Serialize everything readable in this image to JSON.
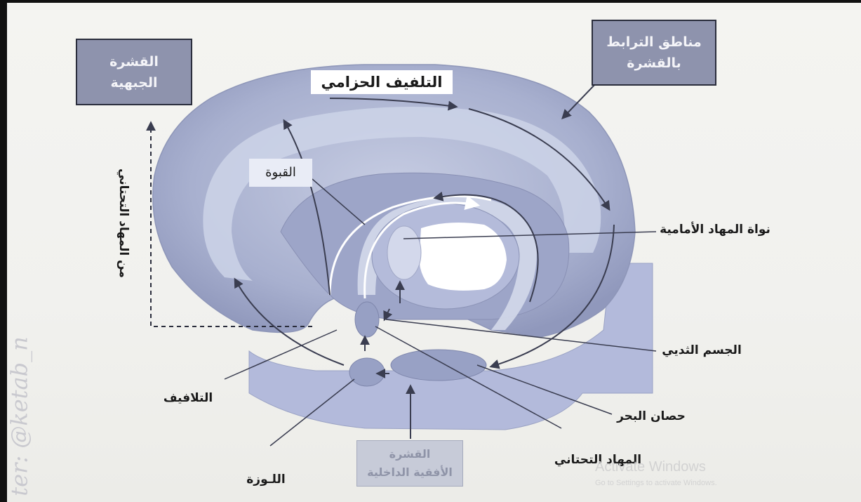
{
  "boxes": {
    "frontal_cortex": [
      "القشرة",
      "الجبهية"
    ],
    "association_cortex": [
      "مناطق الترابط",
      "بالقشرة"
    ],
    "entorhinal_cortex": [
      "القشرة",
      "الأفقية الداخلية"
    ]
  },
  "labels": {
    "cingulate_gyrus": "التلفيف الحزامي",
    "fornix": "القبوة",
    "anterior_thalamic_nucleus": "نواة المهاد الأمامية",
    "mammillary_body": "الجسم الثديي",
    "hippocampus": "حصان البحر",
    "hypothalamus": "المهاد التحتاني",
    "gyri": "التلافيف",
    "amygdala": "اللـوزة",
    "from_hypothalamus": "من المهاد التحتاني"
  },
  "watermark": "ter: @ketab_n",
  "os_watermark": {
    "title": "Activate Windows",
    "subtitle": "Go to Settings to activate Windows."
  },
  "colors": {
    "brain_fill": "#a8b0cf",
    "brain_dark": "#8d95b8",
    "brain_light": "#c9cfe3",
    "box_fill": "#8e93ad",
    "arrow": "#3a3d50"
  }
}
